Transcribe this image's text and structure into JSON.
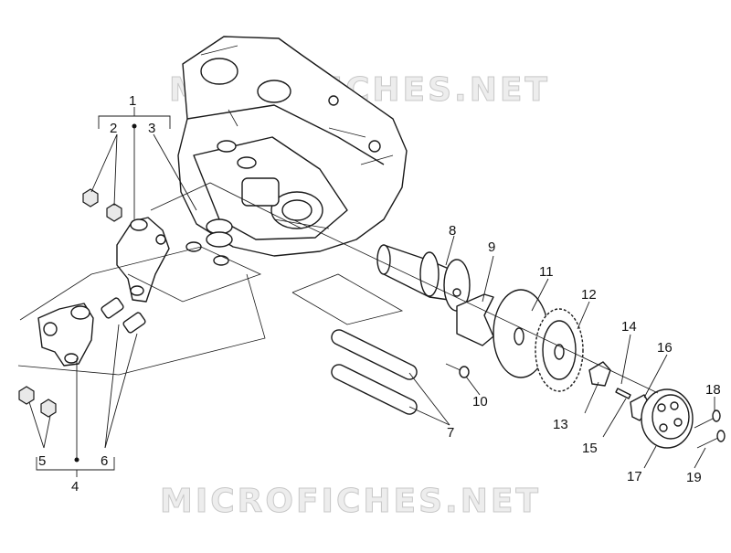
{
  "watermark": {
    "top": "MICROFICHES.NET",
    "bottom": "MICROFICHES.NET"
  },
  "callouts": [
    {
      "id": "c1",
      "text": "1"
    },
    {
      "id": "c2",
      "text": "2"
    },
    {
      "id": "c3",
      "text": "3"
    },
    {
      "id": "c4",
      "text": "4"
    },
    {
      "id": "c5",
      "text": "5"
    },
    {
      "id": "c6",
      "text": "6"
    },
    {
      "id": "c7",
      "text": "7"
    },
    {
      "id": "c8",
      "text": "8"
    },
    {
      "id": "c9",
      "text": "9"
    },
    {
      "id": "c10",
      "text": "10"
    },
    {
      "id": "c11",
      "text": "11"
    },
    {
      "id": "c12",
      "text": "12"
    },
    {
      "id": "c13",
      "text": "13"
    },
    {
      "id": "c14",
      "text": "14"
    },
    {
      "id": "c15",
      "text": "15"
    },
    {
      "id": "c16",
      "text": "16"
    },
    {
      "id": "c17",
      "text": "17"
    },
    {
      "id": "c18",
      "text": "18"
    },
    {
      "id": "c19",
      "text": "19"
    }
  ]
}
